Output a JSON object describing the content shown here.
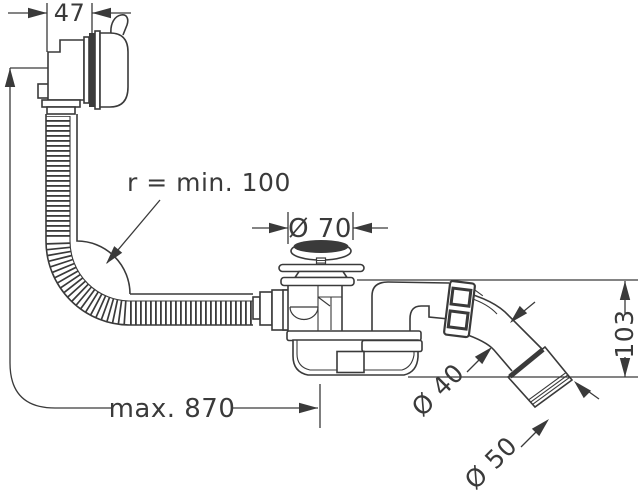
{
  "diagram": {
    "type": "technical-drawing",
    "product": "bath waste and overflow set with flexible hose",
    "stroke_color": "#3a3a3a",
    "background_color": "#ffffff",
    "labels": {
      "overflow_depth": "47",
      "min_bend_radius": "r = min. 100",
      "plug_diameter": "Ø 70",
      "max_cable_length": "max. 870",
      "waste_pipe_diameter": "Ø 40",
      "outlet_socket_diameter": "Ø 50",
      "outlet_height": "103"
    }
  }
}
